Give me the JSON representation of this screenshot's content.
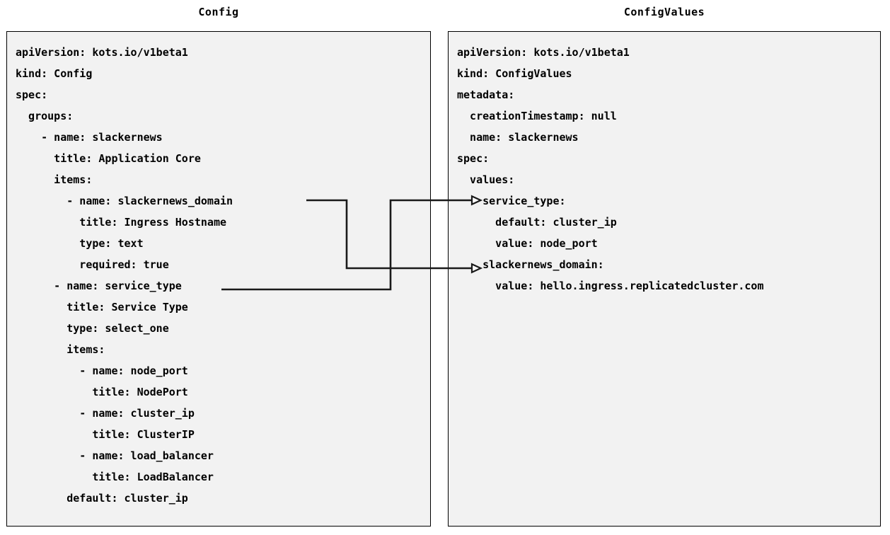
{
  "panels": {
    "config": {
      "title": "Config",
      "lines": [
        "apiVersion: kots.io/v1beta1",
        "kind: Config",
        "spec:",
        "  groups:",
        "    - name: slackernews",
        "      title: Application Core",
        "      items:",
        "        - name: slackernews_domain",
        "          title: Ingress Hostname",
        "          type: text",
        "          required: true",
        "      - name: service_type",
        "        title: Service Type",
        "        type: select_one",
        "        items:",
        "          - name: node_port",
        "            title: NodePort",
        "          - name: cluster_ip",
        "            title: ClusterIP",
        "          - name: load_balancer",
        "            title: LoadBalancer",
        "        default: cluster_ip"
      ]
    },
    "config_values": {
      "title": "ConfigValues",
      "lines": [
        "apiVersion: kots.io/v1beta1",
        "kind: ConfigValues",
        "metadata:",
        "  creationTimestamp: null",
        "  name: slackernews",
        "spec:",
        "  values:",
        "    service_type:",
        "      default: cluster_ip",
        "      value: node_port",
        "    slackernews_domain:",
        "      value: hello.ingress.replicatedcluster.com"
      ]
    }
  },
  "connectors": [
    {
      "id": "service-type-connector",
      "from_label": "service_type",
      "to_label": "service_type:",
      "description": "arrow from Config service_type name to ConfigValues service_type key"
    },
    {
      "id": "slackernews-domain-connector",
      "from_label": "slackernews_domain",
      "to_label": "slackernews_domain:",
      "description": "arrow from Config slackernews_domain name to ConfigValues slackernews_domain key"
    }
  ],
  "colors": {
    "panel_background": "#f2f2f2",
    "panel_border": "#000000",
    "text": "#000000",
    "connector": "#1a1a1a",
    "page_background": "#ffffff"
  }
}
